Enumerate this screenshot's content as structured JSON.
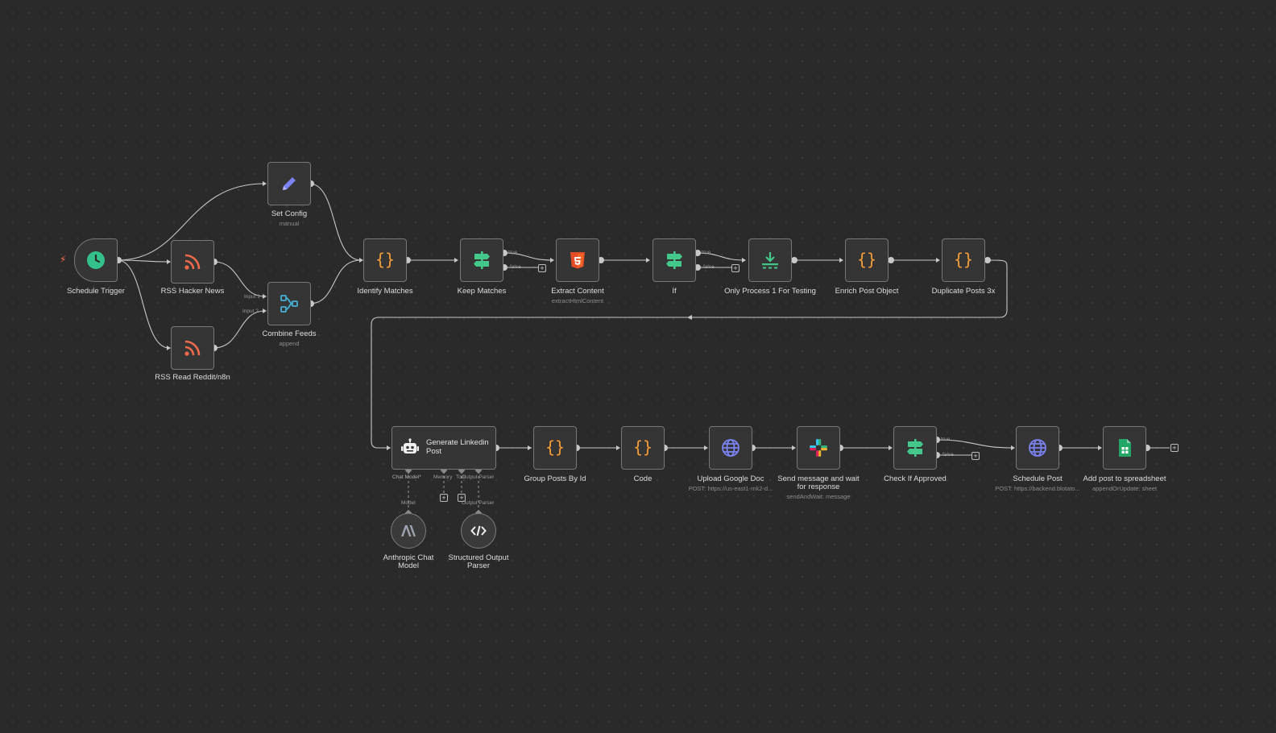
{
  "canvas": {
    "background": "#2a2a2a",
    "accent_trigger": "#ff6b4a"
  },
  "nodes": {
    "schedule_trigger": {
      "label": "Schedule Trigger",
      "icon": "clock-icon"
    },
    "set_config": {
      "label": "Set Config",
      "sub": "manual",
      "icon": "pencil-icon"
    },
    "rss_hacker_news": {
      "label": "RSS Hacker News",
      "icon": "rss-icon"
    },
    "rss_reddit": {
      "label": "RSS Read Reddit/n8n",
      "icon": "rss-icon"
    },
    "combine_feeds": {
      "label": "Combine Feeds",
      "sub": "append",
      "input1": "Input 1",
      "input2": "Input 2",
      "icon": "merge-icon"
    },
    "identify_matches": {
      "label": "Identify Matches",
      "icon": "code-braces-icon"
    },
    "keep_matches": {
      "label": "Keep Matches",
      "true_label": "true",
      "false_label": "false",
      "icon": "filter-signpost-icon"
    },
    "extract_content": {
      "label": "Extract Content",
      "sub": "extractHtmlContent",
      "icon": "html5-icon"
    },
    "if": {
      "label": "If",
      "true_label": "true",
      "false_label": "false",
      "icon": "filter-signpost-icon"
    },
    "only_process": {
      "label": "Only Process 1 For Testing",
      "icon": "limit-download-icon"
    },
    "enrich_post": {
      "label": "Enrich Post Object",
      "icon": "code-braces-icon"
    },
    "duplicate_posts": {
      "label": "Duplicate Posts 3x",
      "icon": "code-braces-icon"
    },
    "generate_post": {
      "title": "Generate Linkedin Post",
      "chat_model": "Chat Model*",
      "memory": "Memory",
      "tool": "Tool",
      "output_parser": "Output Parser",
      "icon": "robot-icon"
    },
    "group_posts": {
      "label": "Group Posts By Id",
      "icon": "code-braces-icon"
    },
    "code": {
      "label": "Code",
      "icon": "code-braces-icon"
    },
    "upload_doc": {
      "label": "Upload Google Doc",
      "sub": "POST: https://us-east1-mk2-d...",
      "icon": "globe-icon"
    },
    "send_message": {
      "label": "Send message and wait for response",
      "sub": "sendAndWait: message",
      "icon": "slack-icon"
    },
    "check_approved": {
      "label": "Check If Approved",
      "true_label": "true",
      "false_label": "false",
      "icon": "filter-signpost-icon"
    },
    "schedule_post": {
      "label": "Schedule Post",
      "sub": "POST: https://backend.blotato...",
      "icon": "globe-icon"
    },
    "add_spreadsheet": {
      "label": "Add post to spreadsheet",
      "sub": "appendOrUpdate: sheet",
      "icon": "google-sheets-icon"
    },
    "anthropic": {
      "label": "Anthropic Chat Model",
      "port_label": "Model",
      "icon": "anthropic-icon"
    },
    "structured_parser": {
      "label": "Structured Output Parser",
      "port_label": "Output Parser",
      "icon": "code-tag-icon"
    }
  }
}
